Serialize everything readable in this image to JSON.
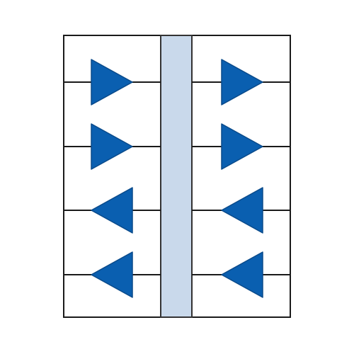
{
  "colors": {
    "background": "#ffffff",
    "outline": "#1a1a1a",
    "bus_fill": "#c9d9eb",
    "bus_stroke": "#333333",
    "triangle_fill": "#0a5fb0",
    "triangle_stroke": "#0a4a8a",
    "wire": "#1a1a1a"
  },
  "columns": [
    {
      "side": "left",
      "buffers": [
        {
          "icon": "right-triangle-icon",
          "direction": "right"
        },
        {
          "icon": "right-triangle-icon",
          "direction": "right"
        },
        {
          "icon": "left-triangle-icon",
          "direction": "left"
        },
        {
          "icon": "left-triangle-icon",
          "direction": "left"
        }
      ]
    },
    {
      "side": "right",
      "buffers": [
        {
          "icon": "right-triangle-icon",
          "direction": "right"
        },
        {
          "icon": "right-triangle-icon",
          "direction": "right"
        },
        {
          "icon": "left-triangle-icon",
          "direction": "left"
        },
        {
          "icon": "left-triangle-icon",
          "direction": "left"
        }
      ]
    }
  ]
}
